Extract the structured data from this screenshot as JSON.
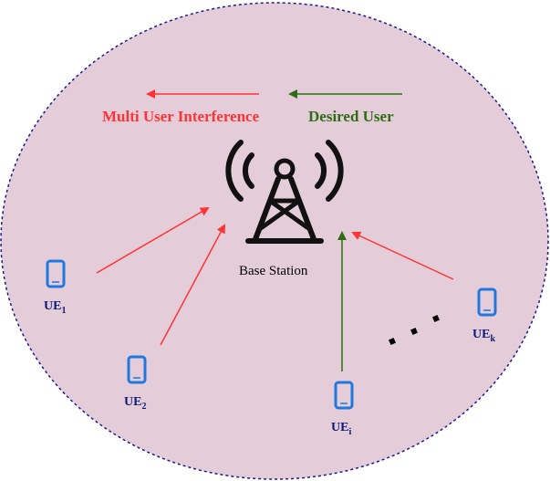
{
  "legend": {
    "interference_label": "Multi User Interference",
    "desired_label": "Desired User"
  },
  "base_station": {
    "label": "Base Station"
  },
  "users": [
    {
      "base": "UE",
      "sub": "1"
    },
    {
      "base": "UE",
      "sub": "2"
    },
    {
      "base": "UE",
      "sub": "i"
    },
    {
      "base": "UE",
      "sub": "k"
    }
  ],
  "colors": {
    "cell_fill": "#e5ccd9",
    "cell_border": "#1a1a8c",
    "interference": "#ff3333",
    "desired": "#2e6e14",
    "phone": "#1f78e0",
    "tower": "#111111"
  }
}
